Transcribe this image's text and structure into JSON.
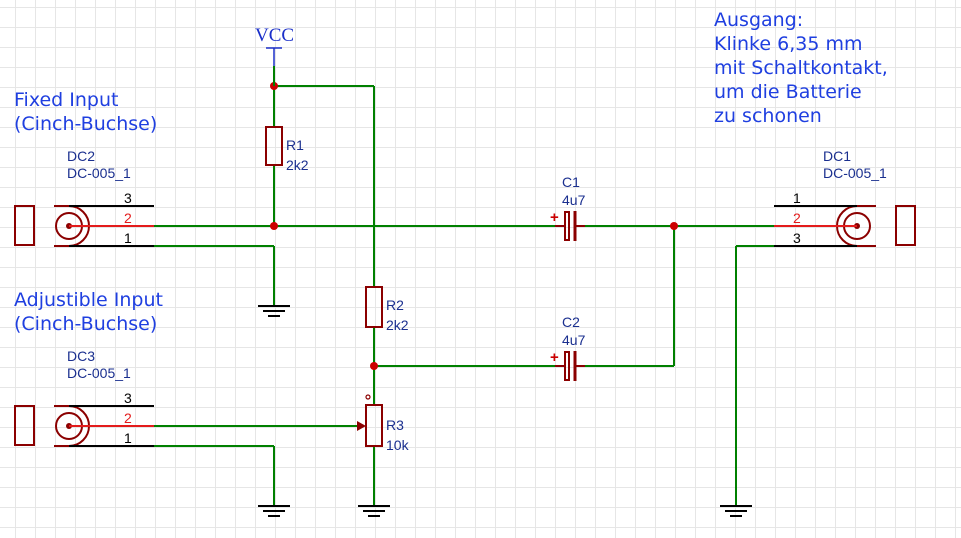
{
  "notes": {
    "fixed_input": [
      "Fixed Input",
      "(Cinch-Buchse)"
    ],
    "adjustable_input": [
      "Adjustible Input",
      "(Cinch-Buchse)"
    ],
    "output": [
      "Ausgang:",
      "Klinke 6,35 mm",
      "mit Schaltkontakt,",
      "um die Batterie",
      "zu schonen"
    ]
  },
  "power": {
    "vcc": "VCC"
  },
  "components": {
    "dc2": {
      "ref": "DC2",
      "value": "DC-005_1",
      "pins": [
        "3",
        "2",
        "1"
      ]
    },
    "dc3": {
      "ref": "DC3",
      "value": "DC-005_1",
      "pins": [
        "3",
        "2",
        "1"
      ]
    },
    "dc1": {
      "ref": "DC1",
      "value": "DC-005_1",
      "pins": [
        "1",
        "2",
        "3"
      ]
    },
    "r1": {
      "ref": "R1",
      "value": "2k2"
    },
    "r2": {
      "ref": "R2",
      "value": "2k2"
    },
    "r3": {
      "ref": "R3",
      "value": "10k"
    },
    "c1": {
      "ref": "C1",
      "value": "4u7",
      "polarity": "+"
    },
    "c2": {
      "ref": "C2",
      "value": "4u7",
      "polarity": "+"
    }
  },
  "colors": {
    "wire": "#008000",
    "component": "#8b0000",
    "label": "#1a2f8f",
    "note": "#1f3fe0",
    "junction": "#cc0000",
    "grid": "#e6e6e6"
  }
}
